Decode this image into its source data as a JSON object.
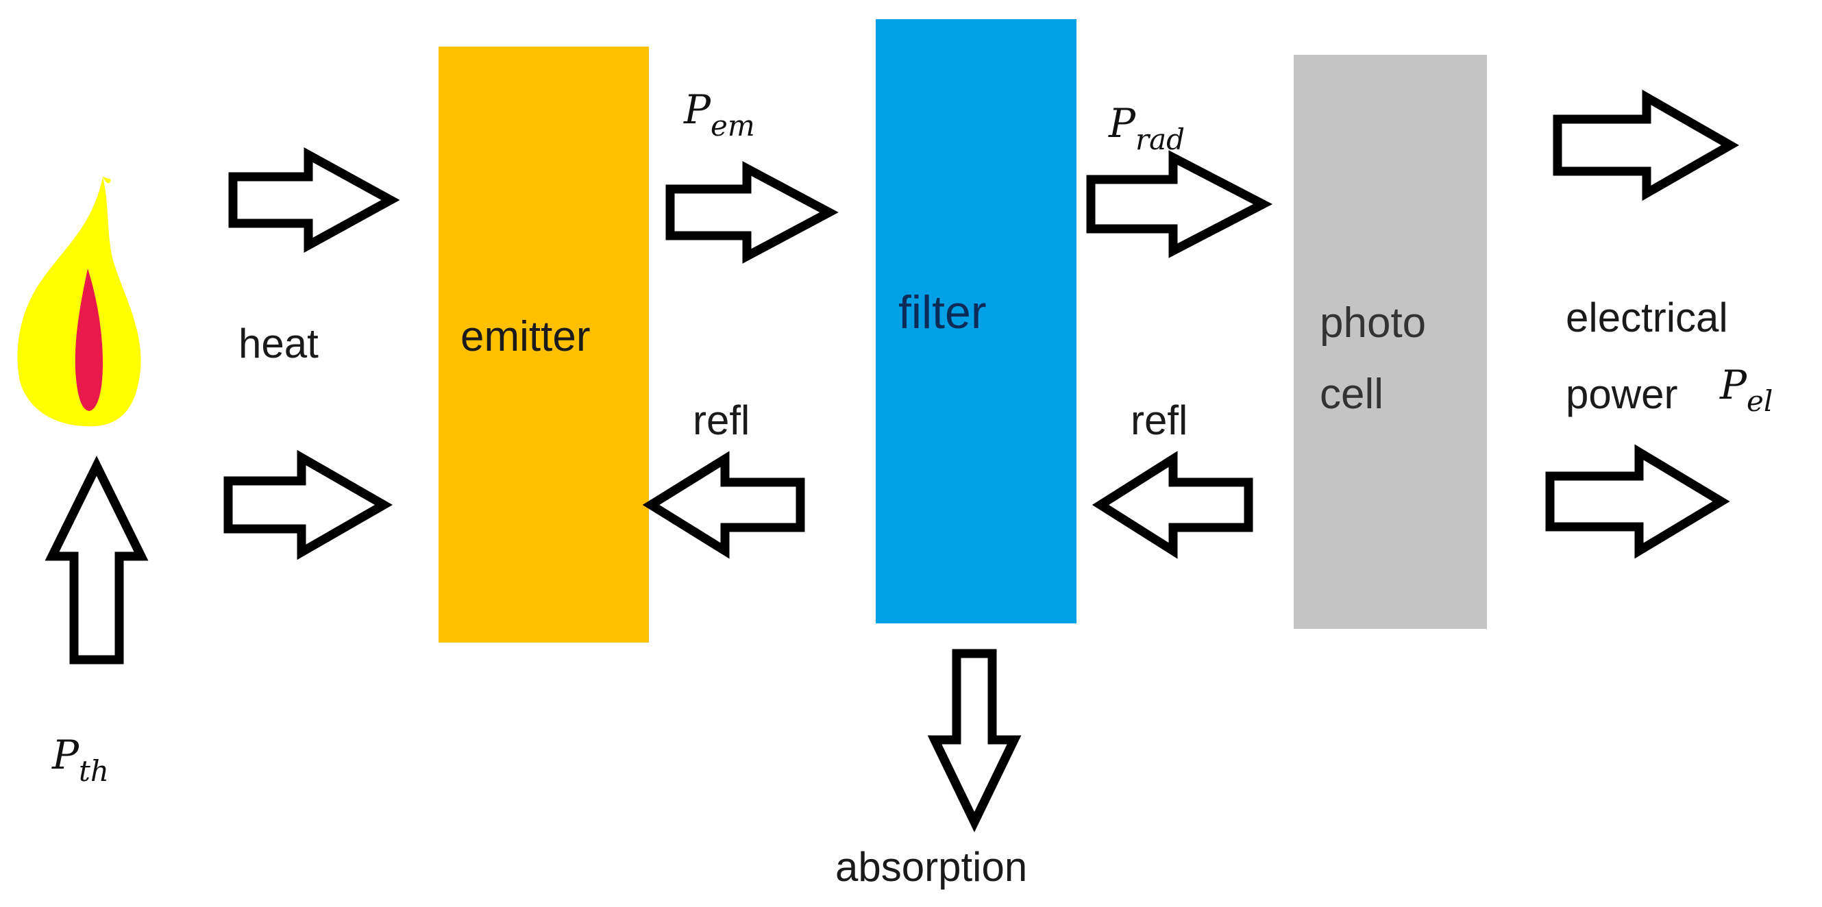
{
  "blocks": {
    "emitter": {
      "label": "emitter",
      "color": "#FFC000"
    },
    "filter": {
      "label": "filter",
      "color": "#00A0E6"
    },
    "photocell": {
      "label_line1": "photo",
      "label_line2": "cell",
      "color": "#C4C4C4"
    }
  },
  "labels": {
    "heat": "heat",
    "refl_left": "refl",
    "refl_right": "refl",
    "output_line1": "electrical",
    "output_line2": "power",
    "absorption": "absorption"
  },
  "symbols": {
    "p_th": {
      "base": "P",
      "sub": "th"
    },
    "p_em": {
      "base": "P",
      "sub": "em"
    },
    "p_rad": {
      "base": "P",
      "sub": "rad"
    },
    "p_el": {
      "base": "P",
      "sub": "el"
    }
  },
  "flame": {
    "outer_color": "#FFFF00",
    "inner_color": "#E8194B"
  }
}
